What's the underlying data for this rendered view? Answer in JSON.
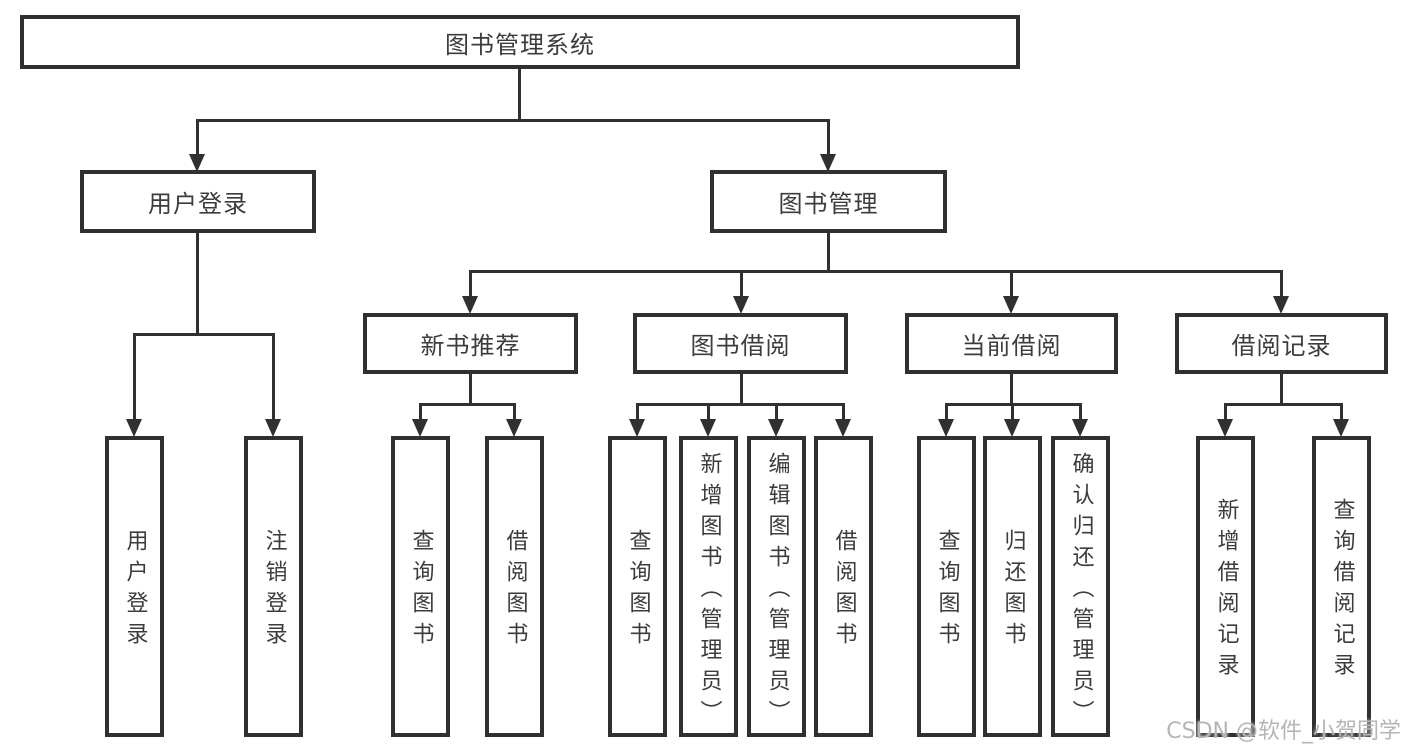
{
  "diagram": {
    "root": {
      "label": "图书管理系统"
    },
    "level2": {
      "user_login": {
        "label": "用户登录"
      },
      "book_mgmt": {
        "label": "图书管理"
      }
    },
    "level3": {
      "new_books": {
        "label": "新书推荐"
      },
      "book_borrow": {
        "label": "图书借阅"
      },
      "current_borrow": {
        "label": "当前借阅"
      },
      "borrow_records": {
        "label": "借阅记录"
      }
    },
    "leaves": {
      "user_login": [
        "用户登录",
        "注销登录"
      ],
      "new_books": [
        "查询图书",
        "借阅图书"
      ],
      "book_borrow": [
        "查询图书",
        "新增图书（管理员）",
        "编辑图书（管理员）",
        "借阅图书"
      ],
      "current_borrow": [
        "查询图书",
        "归还图书",
        "确认归还（管理员）"
      ],
      "borrow_records": [
        "新增借阅记录",
        "查询借阅记录"
      ]
    }
  },
  "watermark": "CSDN @软件_小贺同学",
  "colors": {
    "line": "#303030",
    "text": "#3c3c3c",
    "watermark": "#b5b5b5",
    "background": "#ffffff"
  }
}
